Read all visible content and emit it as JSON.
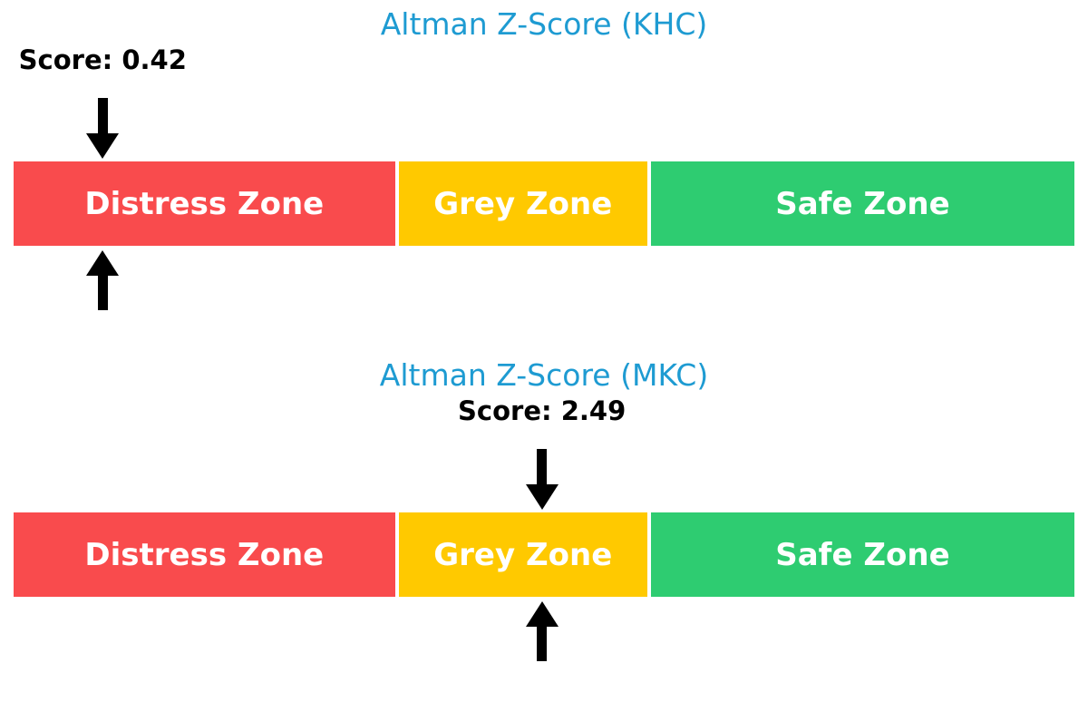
{
  "palette": {
    "title_color": "#1E9BD2",
    "arrow_color": "#000000",
    "zone_label_color": "#FFFFFF",
    "distress_color": "#F94B4D",
    "grey_color": "#FFC900",
    "safe_color": "#2ECC71",
    "background": "#FFFFFF"
  },
  "chart_data": [
    {
      "type": "zone-gauge",
      "title": "Altman Z-Score (KHC)",
      "score": 0.42,
      "score_label": "Score: 0.42",
      "scale_min": 0,
      "scale_max": 5,
      "marker": "down-arrow-above-and-up-arrow-below",
      "zones": [
        {
          "label": "Distress Zone",
          "from": 0,
          "to": 1.81,
          "color": "#F94B4D"
        },
        {
          "label": "Grey Zone",
          "from": 1.81,
          "to": 2.99,
          "color": "#FFC900"
        },
        {
          "label": "Safe Zone",
          "from": 2.99,
          "to": 5,
          "color": "#2ECC71"
        }
      ]
    },
    {
      "type": "zone-gauge",
      "title": "Altman Z-Score (MKC)",
      "score": 2.49,
      "score_label": "Score: 2.49",
      "scale_min": 0,
      "scale_max": 5,
      "marker": "down-arrow-above-and-up-arrow-below",
      "zones": [
        {
          "label": "Distress Zone",
          "from": 0,
          "to": 1.81,
          "color": "#F94B4D"
        },
        {
          "label": "Grey Zone",
          "from": 1.81,
          "to": 2.99,
          "color": "#FFC900"
        },
        {
          "label": "Safe Zone",
          "from": 2.99,
          "to": 5,
          "color": "#2ECC71"
        }
      ]
    }
  ]
}
